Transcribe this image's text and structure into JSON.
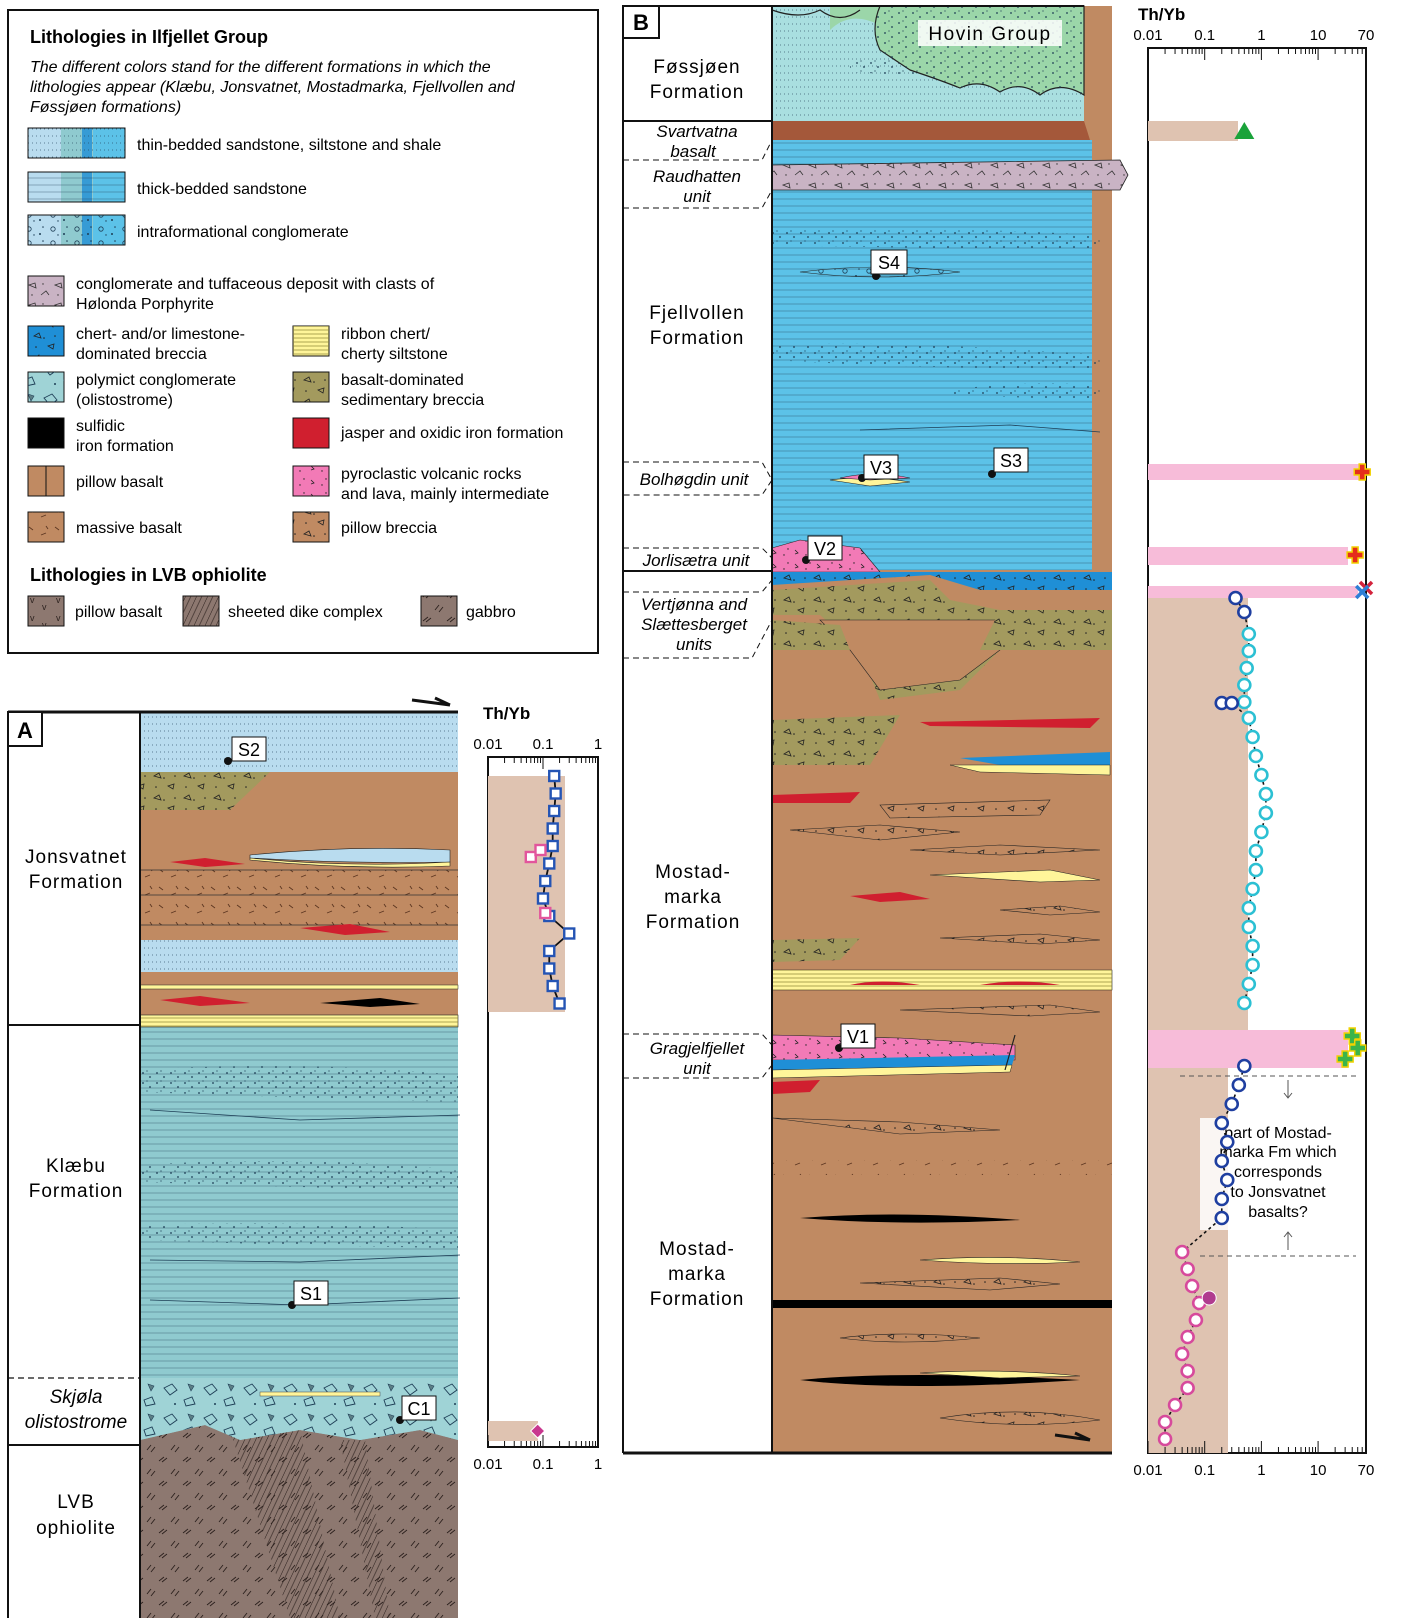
{
  "legend": {
    "title": "Lithologies in Ilfjellet Group",
    "note_lines": [
      "The different colors stand for the different formations in which the",
      "lithologies appear (Klæbu, Jonsvatnet, Mostadmarka, Fjellvollen and",
      "Føssjøen formations)"
    ],
    "items_sed": [
      {
        "label": "thin-bedded sandstone, siltstone and shale",
        "pattern": "thin"
      },
      {
        "label": "thick-bedded sandstone",
        "pattern": "thick"
      },
      {
        "label": "intraformational conglomerate",
        "pattern": "congl"
      }
    ],
    "items_left": [
      {
        "lines": [
          "conglomerate and tuffaceous deposit with clasts of",
          "Hølonda Porphyrite"
        ],
        "fill": "#c9b3c4",
        "pattern": "tuff"
      },
      {
        "lines": [
          "chert- and/or limestone-",
          "dominated breccia"
        ],
        "fill": "#1f8fd6",
        "pattern": "brec"
      },
      {
        "lines": [
          "polymict conglomerate",
          "(olistostrome)"
        ],
        "fill": "#9fd3d6",
        "pattern": "olis"
      },
      {
        "lines": [
          "sulfidic",
          "iron formation"
        ],
        "fill": "#000000",
        "pattern": "none"
      },
      {
        "lines": [
          "pillow basalt"
        ],
        "fill": "#c08a62",
        "pattern": "pillow"
      },
      {
        "lines": [
          "massive basalt"
        ],
        "fill": "#c08a62",
        "pattern": "dash"
      }
    ],
    "items_right": [
      {
        "lines": [
          "ribbon chert/",
          "cherty siltstone"
        ],
        "fill": "#fff59a",
        "pattern": "ribbon"
      },
      {
        "lines": [
          "basalt-dominated",
          "sedimentary breccia"
        ],
        "fill": "#a39a5e",
        "pattern": "brec"
      },
      {
        "lines": [
          "jasper and oxidic iron formation"
        ],
        "fill": "#d01f2f",
        "pattern": "none"
      },
      {
        "lines": [
          "pyroclastic volcanic rocks",
          "and lava, mainly intermediate"
        ],
        "fill": "#f27ab6",
        "pattern": "tuff"
      },
      {
        "lines": [
          "pillow breccia"
        ],
        "fill": "#c08a62",
        "pattern": "brec"
      }
    ],
    "lvb_title": "Lithologies in LVB ophiolite",
    "lvb_items": [
      "pillow basalt",
      "sheeted dike complex",
      "gabbro"
    ]
  },
  "panelA": {
    "label": "A",
    "formations": [
      {
        "lines": [
          "Jonsvatnet",
          "Formation"
        ],
        "italic": false
      },
      {
        "lines": [
          "Klæbu",
          "Formation"
        ],
        "italic": false
      },
      {
        "lines": [
          "Skjøla",
          "olistostrome"
        ],
        "italic": true
      },
      {
        "lines": [
          "LVB",
          "ophiolite"
        ],
        "italic": false
      }
    ],
    "samples": [
      "S2",
      "S1",
      "C1"
    ],
    "axis": {
      "title": "Th/Yb",
      "ticks": [
        "0.01",
        "0.1",
        "1"
      ]
    }
  },
  "panelB": {
    "label": "B",
    "hovin_label": "Hovin Group",
    "formations": [
      {
        "lines": [
          "Føssjøen",
          "Formation"
        ]
      },
      {
        "lines": [
          "Fjellvollen",
          "Formation"
        ]
      },
      {
        "lines": [
          "Mostad-",
          "marka",
          "Formation"
        ]
      },
      {
        "lines": [
          "Mostad-",
          "marka",
          "Formation"
        ]
      }
    ],
    "units": [
      {
        "lines": [
          "Svartvatna",
          "basalt"
        ]
      },
      {
        "lines": [
          "Raudhatten",
          "unit"
        ]
      },
      {
        "lines": [
          "Bolhøgdin unit"
        ]
      },
      {
        "lines": [
          "Jorlisætra unit"
        ]
      },
      {
        "lines": [
          "Vertjønna and",
          "Slættesberget",
          "units"
        ]
      },
      {
        "lines": [
          "Gragjelfjellet",
          "unit"
        ]
      }
    ],
    "samples": [
      "S4",
      "S3",
      "V3",
      "V2",
      "V1"
    ],
    "axis": {
      "title": "Th/Yb",
      "ticks": [
        "0.01",
        "0.1",
        "1",
        "10",
        "70"
      ]
    },
    "note_lines": [
      "part of Mostad-",
      "marka Fm which",
      "corresponds",
      "to Jonsvatnet",
      "basalts?"
    ]
  },
  "colors": {
    "thin_sand_A": "#b9dcef",
    "klaebu": "#8fcacf",
    "fjellvollen": "#5cc2e8",
    "fossjoen": "#a9dfe0",
    "hovin": "#9bd6a9",
    "basalt": "#c08a62",
    "svartvatna": "#a4583a",
    "jasper": "#d01f2f",
    "chert": "#fff59a",
    "pyro": "#f27ab6",
    "tuff": "#c9b3c4",
    "basbrec": "#a39a5e",
    "brec_blue": "#1f8fd6",
    "lvb": "#8d7870",
    "pink_band": "#f7bcd9",
    "brown_band": "#dfc3b1"
  },
  "chart_data": [
    {
      "type": "scatter",
      "title": "Th/Yb",
      "panel": "A",
      "xlim": [
        0.01,
        1
      ],
      "log_x": true,
      "series": [
        {
          "marker": "square",
          "color": "#2454b4",
          "values": [
            0.16,
            0.17,
            0.16,
            0.15,
            0.15,
            0.13,
            0.11,
            0.1,
            0.13,
            0.3,
            0.13,
            0.13,
            0.15,
            0.2
          ]
        },
        {
          "marker": "square",
          "color": "#e2559c",
          "values": [
            0.06,
            0.09,
            0.11
          ]
        },
        {
          "marker": "diamond",
          "color": "#c8378f",
          "values": [
            0.08
          ]
        }
      ]
    },
    {
      "type": "scatter",
      "title": "Th/Yb",
      "panel": "B",
      "xlim": [
        0.01,
        70
      ],
      "log_x": true,
      "series": [
        {
          "marker": "triangle",
          "color": "#1aa33a",
          "values": [
            0.5
          ]
        },
        {
          "marker": "cross",
          "color": "#e52d1c",
          "values": [
            60,
            45,
            70
          ]
        },
        {
          "marker": "x",
          "color": "#d3233c",
          "values": [
            70
          ]
        },
        {
          "marker": "x",
          "color": "#2d7fd6",
          "values": [
            60
          ]
        },
        {
          "marker": "cross",
          "color": "#3bb44a",
          "values": [
            40,
            50,
            30
          ]
        },
        {
          "marker": "circle",
          "color": "#1f3fa0",
          "values": [
            0.35,
            0.5,
            0.2,
            0.3,
            0.5,
            0.4,
            0.3,
            0.2,
            0.25,
            0.2,
            0.25,
            0.2,
            0.2
          ]
        },
        {
          "marker": "circle",
          "color": "#2cc0d3",
          "values": [
            0.6,
            0.6,
            0.55,
            0.5,
            0.5,
            0.6,
            0.7,
            0.8,
            1.0,
            1.2,
            1.2,
            1.0,
            0.8,
            0.8,
            0.7,
            0.6,
            0.6,
            0.7,
            0.7,
            0.6,
            0.5
          ]
        },
        {
          "marker": "circle",
          "color": "#d74a9c",
          "values": [
            0.04,
            0.05,
            0.06,
            0.08,
            0.07,
            0.05,
            0.04,
            0.05,
            0.05,
            0.03,
            0.02,
            0.02
          ]
        },
        {
          "marker": "filled-circle",
          "color": "#b03c8f",
          "values": [
            0.12
          ]
        }
      ]
    }
  ]
}
